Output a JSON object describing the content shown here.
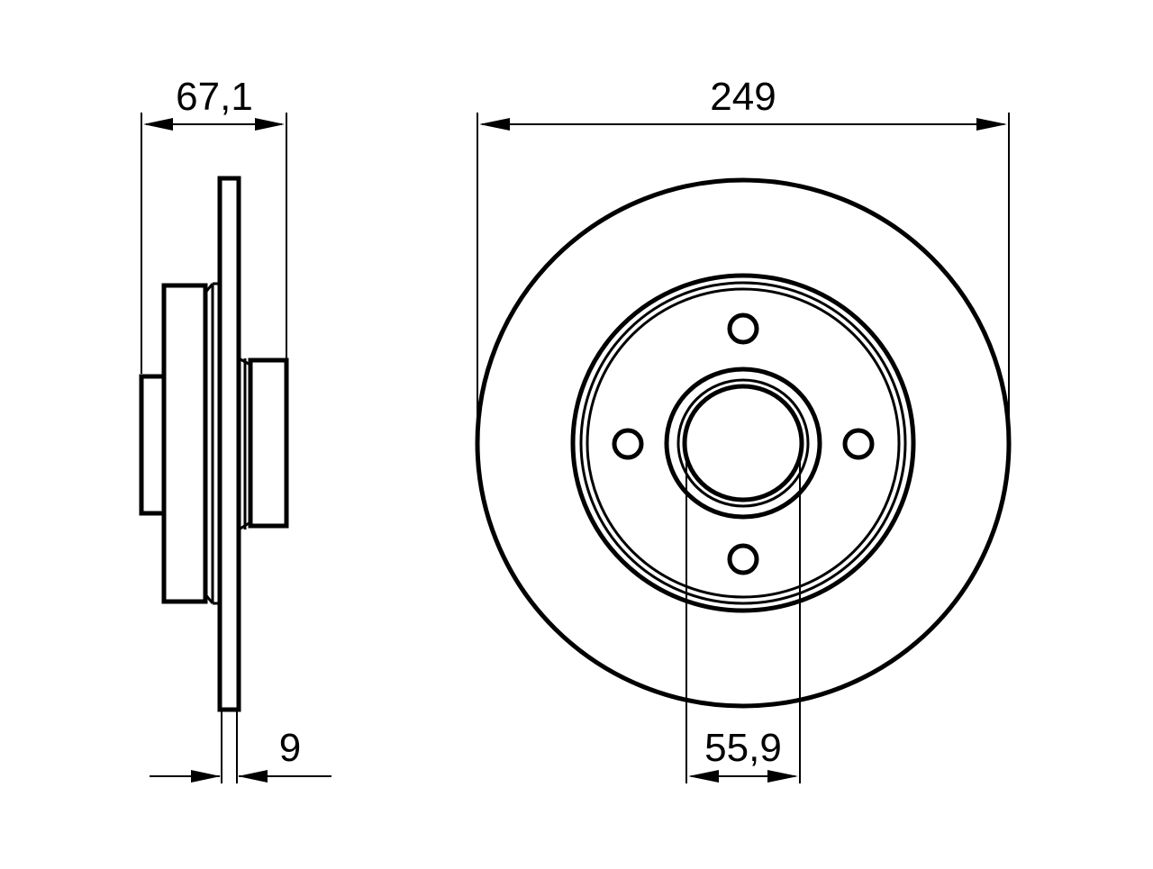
{
  "diagram": {
    "dimensions": {
      "hub_width": "67,1",
      "outer_diameter": "249",
      "disc_thickness": "9",
      "bore_diameter": "55,9"
    },
    "bolt_holes": 4
  }
}
